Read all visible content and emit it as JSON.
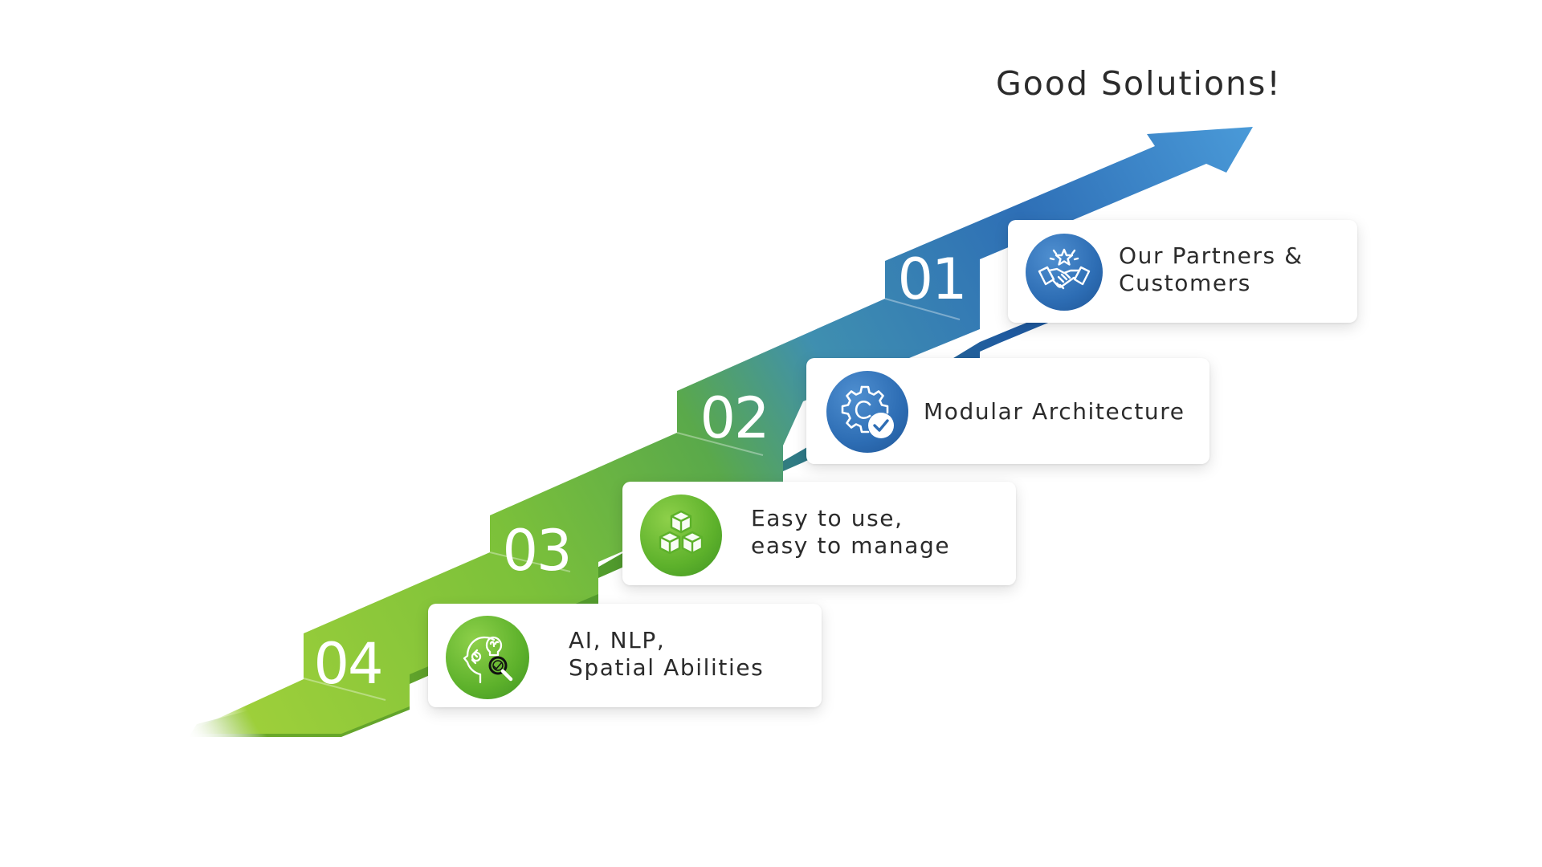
{
  "title": "Good Solutions!",
  "colors": {
    "blue_primary": "#2d6db4",
    "blue_light": "#4f9bd6",
    "green_primary": "#6ab42e",
    "green_light": "#9ad13c",
    "text": "#2b2b2b"
  },
  "steps": [
    {
      "number": "01",
      "lines": [
        "Our Partners &",
        "Customers"
      ],
      "icon": "handshake-star-icon",
      "color": "blue"
    },
    {
      "number": "02",
      "lines": [
        "Modular Architecture"
      ],
      "icon": "gear-check-icon",
      "color": "blue"
    },
    {
      "number": "03",
      "lines": [
        "Easy to use,",
        "easy to manage"
      ],
      "icon": "cubes-icon",
      "color": "green"
    },
    {
      "number": "04",
      "lines": [
        "AI, NLP,",
        "Spatial Abilities"
      ],
      "icon": "head-bulb-magnifier-icon",
      "color": "green"
    }
  ]
}
